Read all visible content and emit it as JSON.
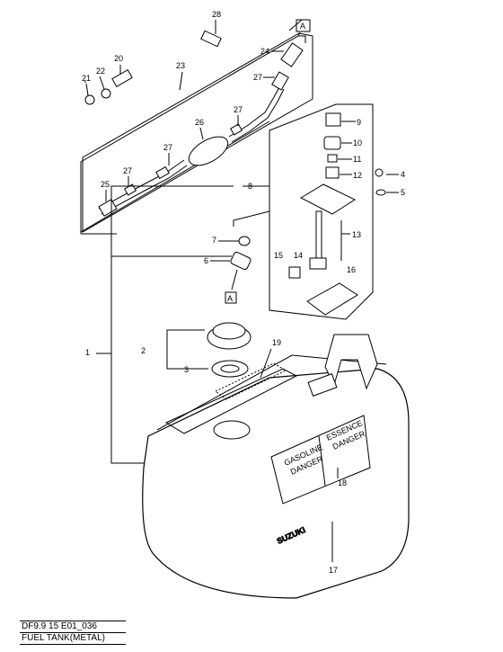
{
  "diagram": {
    "callouts": {
      "c1": "1",
      "c2": "2",
      "c3": "3",
      "c4": "4",
      "c5": "5",
      "c6": "6",
      "c7": "7",
      "c8": "8",
      "c9": "9",
      "c10": "10",
      "c11": "11",
      "c12": "12",
      "c13": "13",
      "c14": "14",
      "c15": "15",
      "c16": "16",
      "c17": "17",
      "c18": "18",
      "c19": "19",
      "c20": "20",
      "c21": "21",
      "c22": "22",
      "c23": "23",
      "c24": "24",
      "c25": "25",
      "c26": "26",
      "c27a": "27",
      "c27b": "27",
      "c27c": "27",
      "c27d": "27",
      "c28": "28"
    },
    "ref_marks": {
      "top": "A",
      "mid": "A"
    },
    "tank_labels": {
      "brand": "SUZUKI",
      "warning_left_title": "GASOLINE",
      "warning_left_sub": "DANGER",
      "warning_right_title": "ESSENCE",
      "warning_right_sub": "DANGER"
    }
  },
  "footer": {
    "code": "DF9.9 15 E01_036",
    "title": "FUEL TANK(METAL)"
  }
}
